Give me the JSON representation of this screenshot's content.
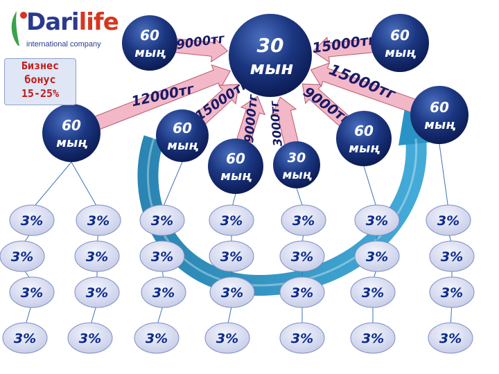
{
  "logo": {
    "brand_part1": "Dari",
    "brand_part2": "life",
    "subtitle": "international company"
  },
  "bonus_box": {
    "line1": "Бизнес",
    "line2": "бонус",
    "line3": "15-25%"
  },
  "center_node": {
    "value": "30",
    "unit": "мын"
  },
  "nodes": [
    {
      "id": "top-left",
      "value": "60",
      "unit": "мың"
    },
    {
      "id": "top-right",
      "value": "60",
      "unit": "мың"
    },
    {
      "id": "far-left",
      "value": "60",
      "unit": "мың"
    },
    {
      "id": "mid-left",
      "value": "60",
      "unit": "мың"
    },
    {
      "id": "mid-center",
      "value": "60",
      "unit": "мың"
    },
    {
      "id": "mid-right-small",
      "value": "30",
      "unit": "мың"
    },
    {
      "id": "mid-right",
      "value": "60",
      "unit": "мың"
    },
    {
      "id": "far-right",
      "value": "60",
      "unit": "мың"
    }
  ],
  "arrows": [
    {
      "from": "top-left",
      "label": "9000тг"
    },
    {
      "from": "top-right",
      "label": "15000тг"
    },
    {
      "from": "far-left",
      "label": "12000тг"
    },
    {
      "from": "mid-left",
      "label": "15000тг"
    },
    {
      "from": "mid-center",
      "label": "9000тг"
    },
    {
      "from": "mid-right-small",
      "label": "3000тг"
    },
    {
      "from": "mid-right",
      "label": "9000тг"
    },
    {
      "from": "far-right",
      "label": "15000тг"
    }
  ],
  "percent_label": "3%",
  "colors": {
    "node_dark": "#0f2366",
    "node_light": "#3f63b0",
    "arrow": "#f2b8c8",
    "arrow_stroke": "#b8586e",
    "bubble": "#d5daf0",
    "ring": "#2a8ab8"
  }
}
